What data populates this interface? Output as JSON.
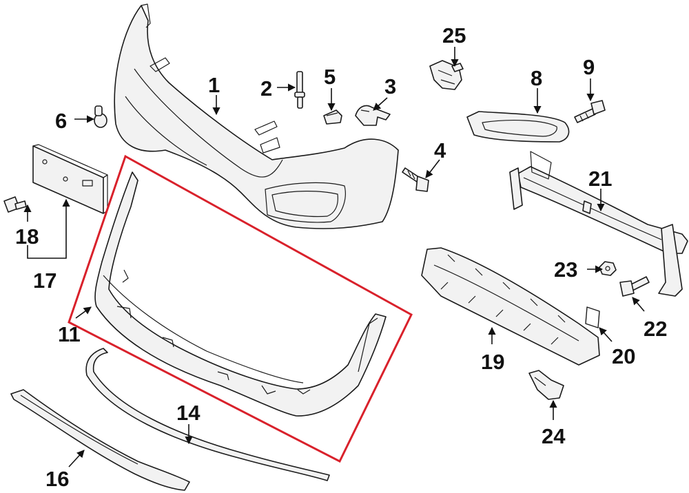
{
  "diagram": {
    "callouts": {
      "c1": "1",
      "c2": "2",
      "c3": "3",
      "c4": "4",
      "c5": "5",
      "c6": "6",
      "c8": "8",
      "c9": "9",
      "c11": "11",
      "c14": "14",
      "c16": "16",
      "c17": "17",
      "c18": "18",
      "c19": "19",
      "c20": "20",
      "c21": "21",
      "c22": "22",
      "c23": "23",
      "c24": "24",
      "c25": "25"
    },
    "highlight": {
      "target": "11",
      "color": "#d9212b"
    }
  }
}
